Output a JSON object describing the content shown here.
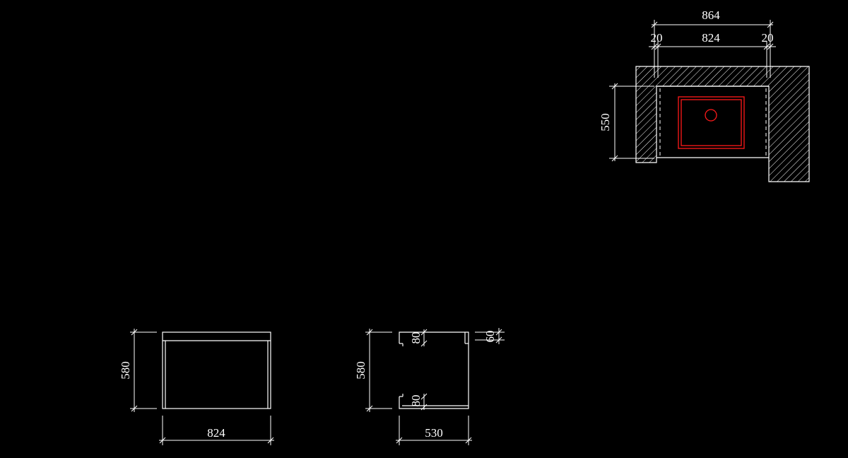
{
  "plan_view": {
    "dims": {
      "overall_width": "864",
      "inner_width": "824",
      "left_panel": "20",
      "right_panel": "20",
      "depth": "550"
    }
  },
  "front_view": {
    "dims": {
      "height": "580",
      "width": "824"
    }
  },
  "side_view": {
    "dims": {
      "height": "580",
      "depth": "530",
      "top_rail": "80",
      "bottom_rail": "80",
      "top_offset": "60"
    }
  },
  "colors": {
    "background": "#000000",
    "lines": "#ffffff",
    "sink": "#ff1a1a"
  }
}
